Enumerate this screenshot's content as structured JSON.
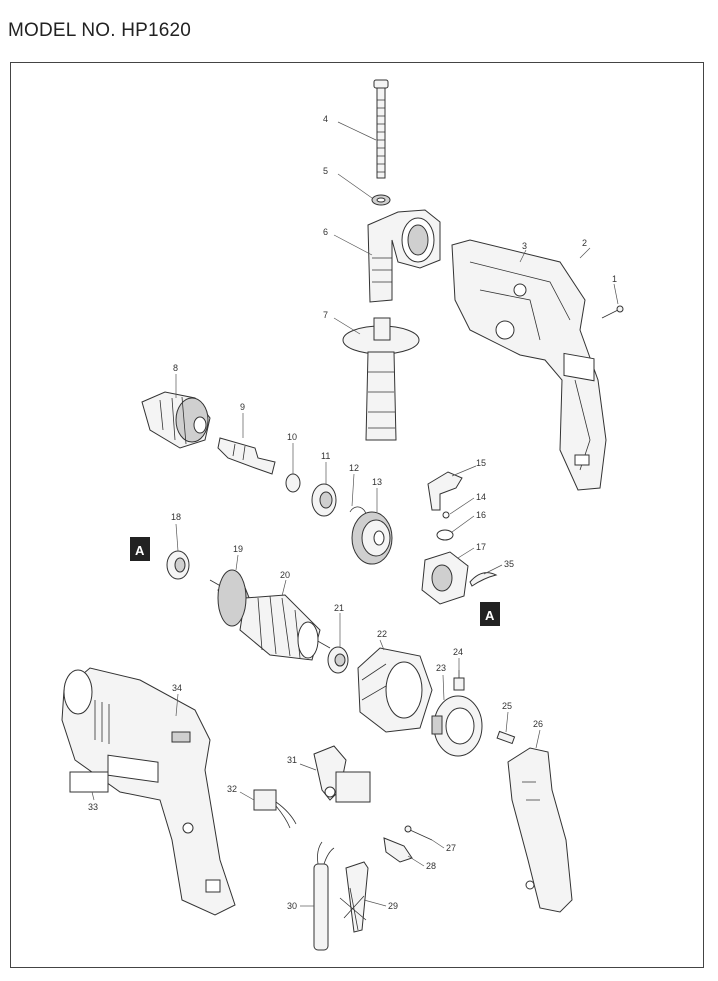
{
  "header": {
    "model_title": "MODEL NO. HP1620"
  },
  "diagram": {
    "callout_a_label": "A",
    "part_numbers": {
      "p1": "1",
      "p2": "2",
      "p3": "3",
      "p4": "4",
      "p5": "5",
      "p6": "6",
      "p7": "7",
      "p8": "8",
      "p9": "9",
      "p10": "10",
      "p11": "11",
      "p12": "12",
      "p13": "13",
      "p14": "14",
      "p15": "15",
      "p16": "16",
      "p17": "17",
      "p18": "18",
      "p19": "19",
      "p20": "20",
      "p21": "21",
      "p22": "22",
      "p23": "23",
      "p24": "24",
      "p25": "25",
      "p26": "26",
      "p27": "27",
      "p28": "28",
      "p29": "29",
      "p30": "30",
      "p31": "31",
      "p32": "32",
      "p33": "33",
      "p34": "34",
      "p35": "35"
    }
  }
}
